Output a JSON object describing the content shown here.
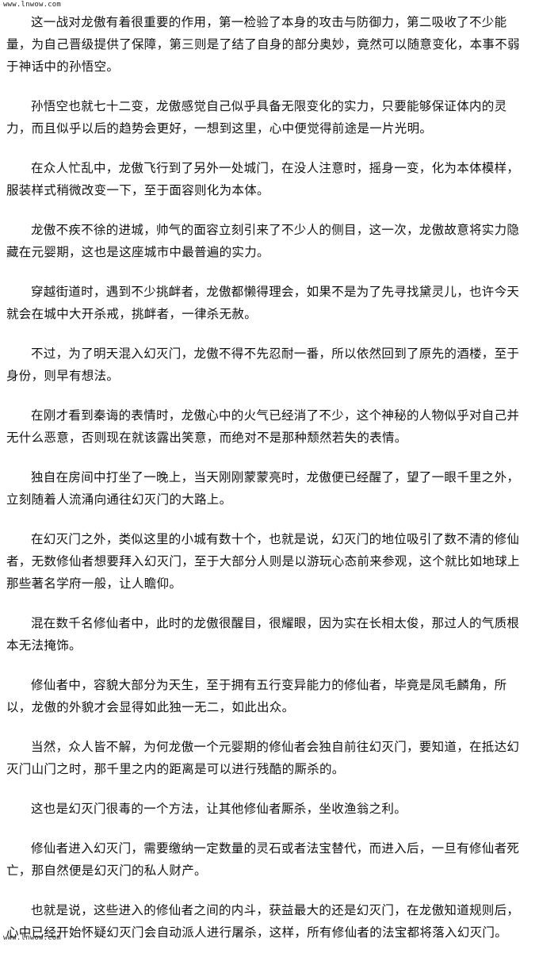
{
  "watermark": {
    "top": "www.lnwow.com",
    "bottom": "www.lnwow.com"
  },
  "paragraphs": [
    "这一战对龙傲有着很重要的作用，第一检验了本身的攻击与防御力，第二吸收了不少能量，为自己晋级提供了保障，第三则是了结了自身的部分奥妙，竟然可以随意变化，本事不弱于神话中的孙悟空。",
    "孙悟空也就七十二变，龙傲感觉自己似乎具备无限变化的实力，只要能够保证体内的灵力，而且似乎以后的趋势会更好，一想到这里，心中便觉得前途是一片光明。",
    "在众人忙乱中，龙傲飞行到了另外一处城门，在没人注意时，摇身一变，化为本体模样，服装样式稍微改变一下，至于面容则化为本体。",
    "龙傲不疾不徐的进城，帅气的面容立刻引来了不少人的侧目，这一次，龙傲故意将实力隐藏在元婴期，这也是这座城市中最普遍的实力。",
    "穿越街道时，遇到不少挑衅者，龙傲都懒得理会，如果不是为了先寻找黛灵儿，也许今天就会在城中大开杀戒，挑衅者，一律杀无赦。",
    "不过，为了明天混入幻灭门，龙傲不得不先忍耐一番，所以依然回到了原先的酒楼，至于身份，则早有想法。",
    "在刚才看到秦诲的表情时，龙傲心中的火气已经消了不少，这个神秘的人物似乎对自己并无什么恶意，否则现在就该露出笑意，而绝对不是那种颓然若失的表情。",
    "独自在房间中打坐了一晚上，当天刚刚蒙蒙亮时，龙傲便已经醒了，望了一眼千里之外，立刻随着人流涌向通往幻灭门的大路上。",
    "在幻灭门之外，类似这里的小城有数十个，也就是说，幻灭门的地位吸引了数不清的修仙者，无数修仙者想要拜入幻灭门，至于大部分人则是以游玩心态前来参观，这个就比如地球上那些著名学府一般，让人瞻仰。",
    "混在数千名修仙者中，此时的龙傲很醒目，很耀眼，因为实在长相太俊，那过人的气质根本无法掩饰。",
    "修仙者中，容貌大部分为天生，至于拥有五行变异能力的修仙者，毕竟是凤毛麟角，所以，龙傲的外貌才会显得如此独一无二，如此出众。",
    "当然，众人皆不解，为何龙傲一个元婴期的修仙者会独自前往幻灭门，要知道，在抵达幻灭门山门之时，那千里之内的距离是可以进行残酷的厮杀的。",
    "这也是幻灭门很毒的一个方法，让其他修仙者厮杀，坐收渔翁之利。",
    "修仙者进入幻灭门，需要缴纳一定数量的灵石或者法宝替代，而进入后，一旦有修仙者死亡，那自然便是幻灭门的私人财产。",
    "也就是说，这些进入的修仙者之间的内斗，获益最大的还是幻灭门，在龙傲知道规则后，心中已经开始怀疑幻灭门会自动派人进行屠杀，这样，所有修仙者的法宝都将落入幻灭门。"
  ]
}
